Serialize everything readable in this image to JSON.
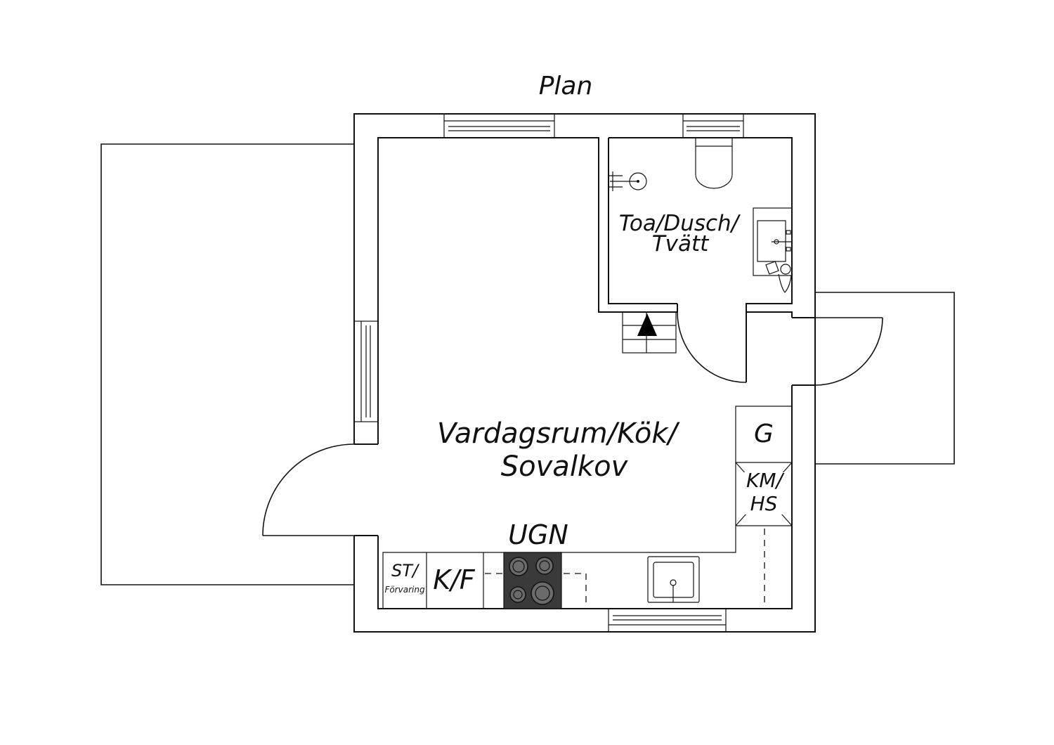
{
  "title": "Plan",
  "rooms": {
    "bathroom_line1": "Toa/Dusch/",
    "bathroom_line2": "Tvätt",
    "living_line1": "Vardagsrum/Kök/",
    "living_line2": "Sovalkov"
  },
  "fixtures": {
    "oven": "UGN",
    "storage_line1": "ST/",
    "storage_line2": "Förvaring",
    "fridge": "K/F",
    "closet": "G",
    "washer_line1": "KM/",
    "washer_line2": "HS"
  },
  "icons": {
    "stairs": "stairs-up-arrow-icon",
    "stove": "cooktop-icon",
    "sink": "sink-icon",
    "toilet": "toilet-icon",
    "shower": "shower-icon",
    "washbasin": "washbasin-icon"
  }
}
